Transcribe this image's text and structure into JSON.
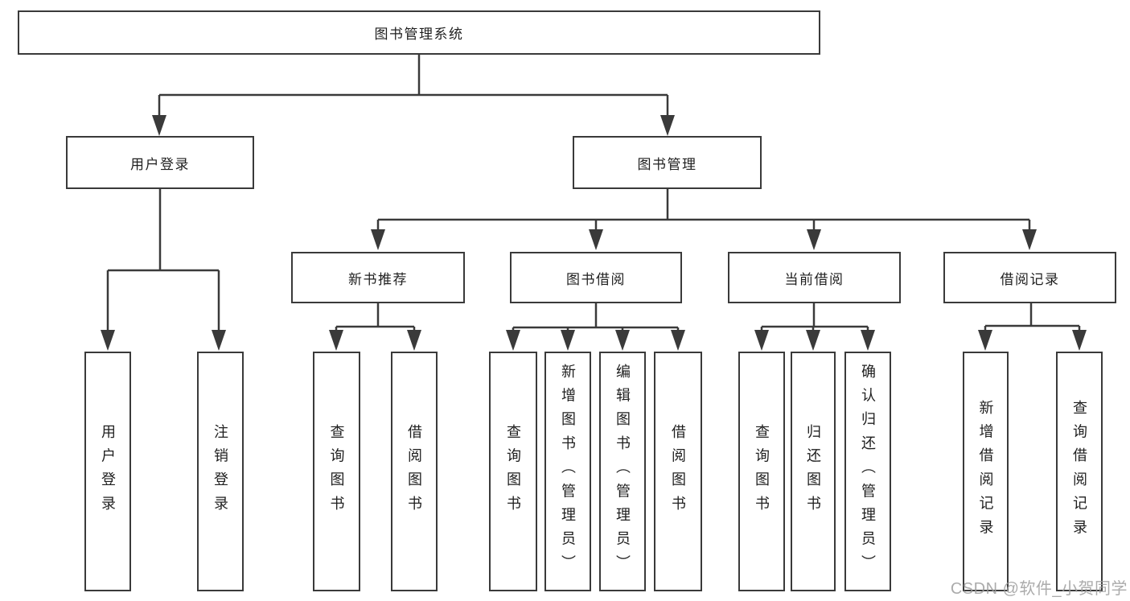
{
  "diagram": {
    "root": "图书管理系统",
    "level2": [
      {
        "label": "用户登录",
        "leaves": [
          "用户登录",
          "注销登录"
        ]
      },
      {
        "label": "图书管理",
        "children": [
          {
            "label": "新书推荐",
            "leaves": [
              "查询图书",
              "借阅图书"
            ]
          },
          {
            "label": "图书借阅",
            "leaves": [
              "查询图书",
              "新增图书（管理员）",
              "编辑图书（管理员）",
              "借阅图书"
            ]
          },
          {
            "label": "当前借阅",
            "leaves": [
              "查询图书",
              "归还图书",
              "确认归还（管理员）"
            ]
          },
          {
            "label": "借阅记录",
            "leaves": [
              "新增借阅记录",
              "查询借阅记录"
            ]
          }
        ]
      }
    ]
  },
  "watermark": "CSDN @软件_小贺同学",
  "colors": {
    "line": "#3a3a3a",
    "text": "#1f1f1f",
    "watermark": "#9d9d9d",
    "background": "#ffffff"
  }
}
